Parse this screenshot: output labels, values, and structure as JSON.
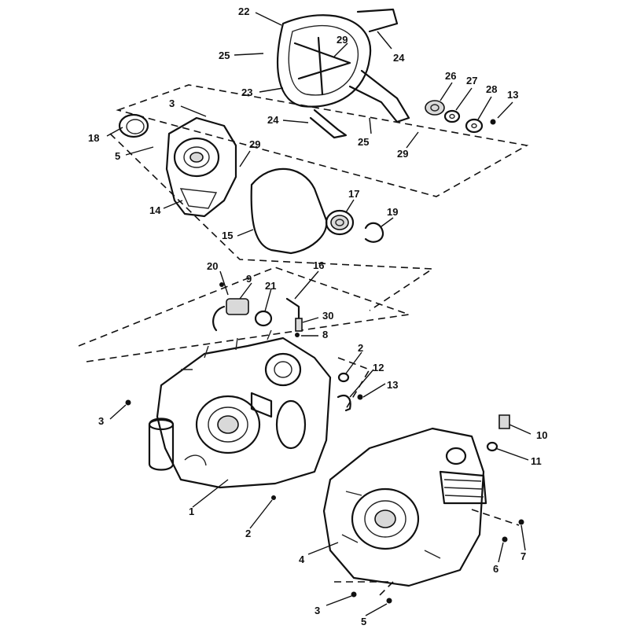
{
  "callouts": {
    "c1": "1",
    "c2a": "2",
    "c2b": "2",
    "c3a": "3",
    "c3b": "3",
    "c3c": "3",
    "c4": "4",
    "c5a": "5",
    "c5b": "5",
    "c6": "6",
    "c7": "7",
    "c8": "8",
    "c9": "9",
    "c10": "10",
    "c11": "11",
    "c12": "12",
    "c13a": "13",
    "c13b": "13",
    "c14": "14",
    "c15": "15",
    "c16": "16",
    "c17": "17",
    "c18": "18",
    "c19": "19",
    "c20": "20",
    "c21": "21",
    "c22": "22",
    "c23": "23",
    "c24a": "24",
    "c24b": "24",
    "c25a": "25",
    "c25b": "25",
    "c26": "26",
    "c27": "27",
    "c28": "28",
    "c29a": "29",
    "c29b": "29",
    "c29c": "29",
    "c30": "30"
  },
  "colors": {
    "line": "#111111",
    "shade": "#d9d9d9",
    "background": "#ffffff"
  }
}
